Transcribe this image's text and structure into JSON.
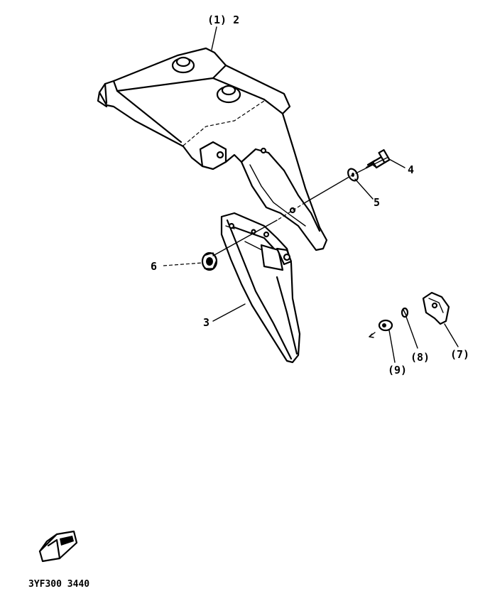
{
  "callouts": {
    "part_1_2": "(1) 2",
    "part_3": "3",
    "part_4": "4",
    "part_5": "5",
    "part_6": "6",
    "part_7": "(7)",
    "part_8": "(8)",
    "part_9": "(9)"
  },
  "diagram_code": "3YF300 3440",
  "icons": {
    "reference_icon": "arrow-ref-icon"
  }
}
